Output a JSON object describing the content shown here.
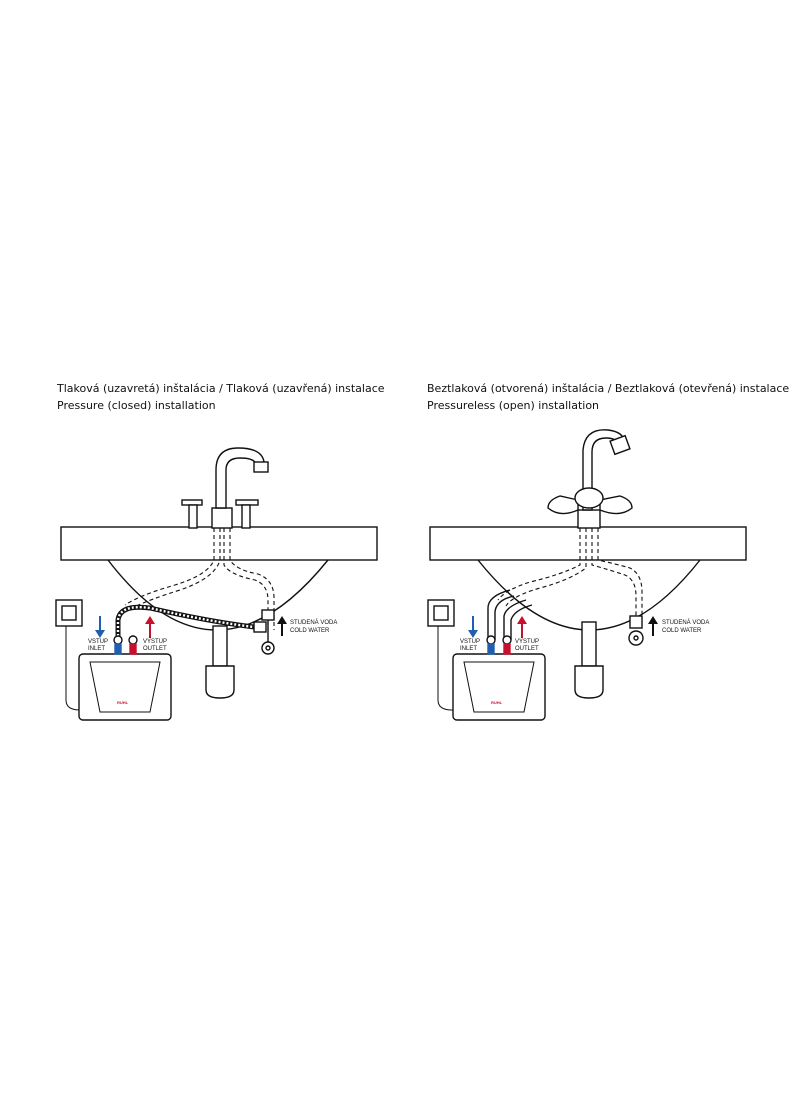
{
  "left": {
    "title_line1": "Tlaková (uzavretá) inštalácia  /  Tlaková (uzavřená) instalace",
    "title_line2": "Pressure (closed) installation",
    "inlet_label_1": "VSTUP",
    "inlet_label_2": "INLET",
    "outlet_label_1": "VÝSTUP",
    "outlet_label_2": "OUTLET",
    "cold_label_1": "STUDENÁ VODA",
    "cold_label_2": "COLD WATER",
    "brand": "RUHL"
  },
  "right": {
    "title_line1": "Beztlaková (otvorená) inštalácia  /  Beztlaková (otevřená) instalace",
    "title_line2": "Pressureless (open) installation",
    "inlet_label_1": "VSTUP",
    "inlet_label_2": "INLET",
    "outlet_label_1": "VÝSTUP",
    "outlet_label_2": "OUTLET",
    "cold_label_1": "STUDENÁ VODA",
    "cold_label_2": "COLD WATER",
    "brand": "RUHL"
  },
  "colors": {
    "inlet": "#1f5fae",
    "outlet": "#c8102e",
    "line": "#111111"
  }
}
